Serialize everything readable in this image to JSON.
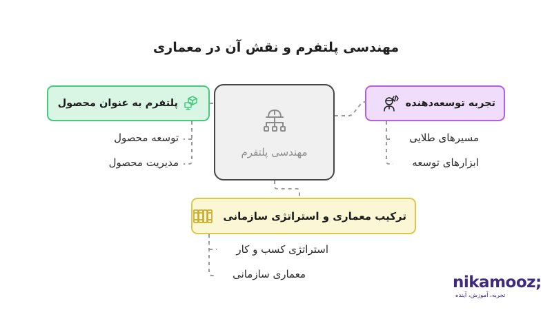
{
  "title": "مهندسی پلتفرم و نقش آن در معماری",
  "center": {
    "label": "مهندسی پلتفرم",
    "icon": "hierarchy-helmet-icon"
  },
  "nodes": {
    "product": {
      "label": "پلتفرم به عنوان محصول",
      "icon": "cube-monitor-icon",
      "color": "#46c97f",
      "items": [
        "توسعه محصول",
        "مدیریت محصول"
      ]
    },
    "developer": {
      "label": "تجربه توسعه‌دهنده",
      "icon": "developer-person-icon",
      "color": "#b45ee8",
      "items": [
        "مسیرهای طلایی",
        "ابزارهای توسعه"
      ]
    },
    "architecture": {
      "label": "ترکیب معماری و استراتژی سازمانی",
      "icon": "books-icon",
      "color": "#dcc74b",
      "items": [
        "استراتژی کسب و کار",
        "معماری سازمانی"
      ]
    }
  },
  "brand": {
    "name": "nikamooz;",
    "tagline": "تجربه، آموزش، آینده",
    "color": "#3f2a7e"
  }
}
